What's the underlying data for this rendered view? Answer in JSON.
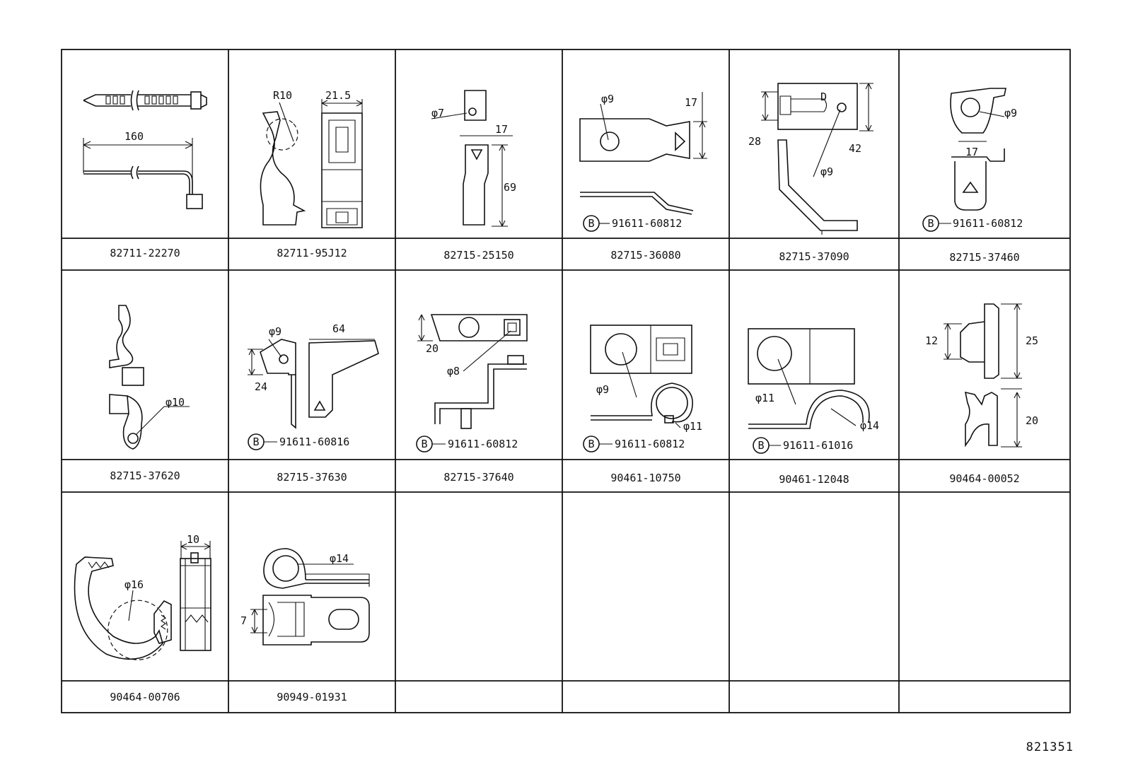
{
  "figure_number": "821351",
  "cells": [
    {
      "part": "82711-22270",
      "dims": [
        "160"
      ],
      "bolt": ""
    },
    {
      "part": "82711-95J12",
      "dims": [
        "R10",
        "21.5"
      ],
      "bolt": ""
    },
    {
      "part": "82715-25150",
      "dims": [
        "φ7",
        "17",
        "69"
      ],
      "bolt": ""
    },
    {
      "part": "82715-36080",
      "dims": [
        "φ9",
        "17"
      ],
      "bolt": "91611-60812"
    },
    {
      "part": "82715-37090",
      "dims": [
        "D",
        "28",
        "42",
        "φ9"
      ],
      "bolt": ""
    },
    {
      "part": "82715-37460",
      "dims": [
        "φ9",
        "17"
      ],
      "bolt": "91611-60812"
    },
    {
      "part": "82715-37620",
      "dims": [
        "φ10"
      ],
      "bolt": ""
    },
    {
      "part": "82715-37630",
      "dims": [
        "φ9",
        "24",
        "64"
      ],
      "bolt": "91611-60816"
    },
    {
      "part": "82715-37640",
      "dims": [
        "20",
        "φ8"
      ],
      "bolt": "91611-60812"
    },
    {
      "part": "90461-10750",
      "dims": [
        "φ9",
        "φ11"
      ],
      "bolt": "91611-60812"
    },
    {
      "part": "90461-12048",
      "dims": [
        "φ11",
        "φ14"
      ],
      "bolt": "91611-61016"
    },
    {
      "part": "90464-00052",
      "dims": [
        "12",
        "25",
        "20"
      ],
      "bolt": ""
    },
    {
      "part": "90464-00706",
      "dims": [
        "φ16",
        "10"
      ],
      "bolt": ""
    },
    {
      "part": "90949-01931",
      "dims": [
        "φ14",
        "7"
      ],
      "bolt": ""
    },
    {
      "part": "",
      "dims": [],
      "bolt": ""
    },
    {
      "part": "",
      "dims": [],
      "bolt": ""
    },
    {
      "part": "",
      "dims": [],
      "bolt": ""
    },
    {
      "part": "",
      "dims": [],
      "bolt": ""
    }
  ],
  "bolt_marker": "B"
}
